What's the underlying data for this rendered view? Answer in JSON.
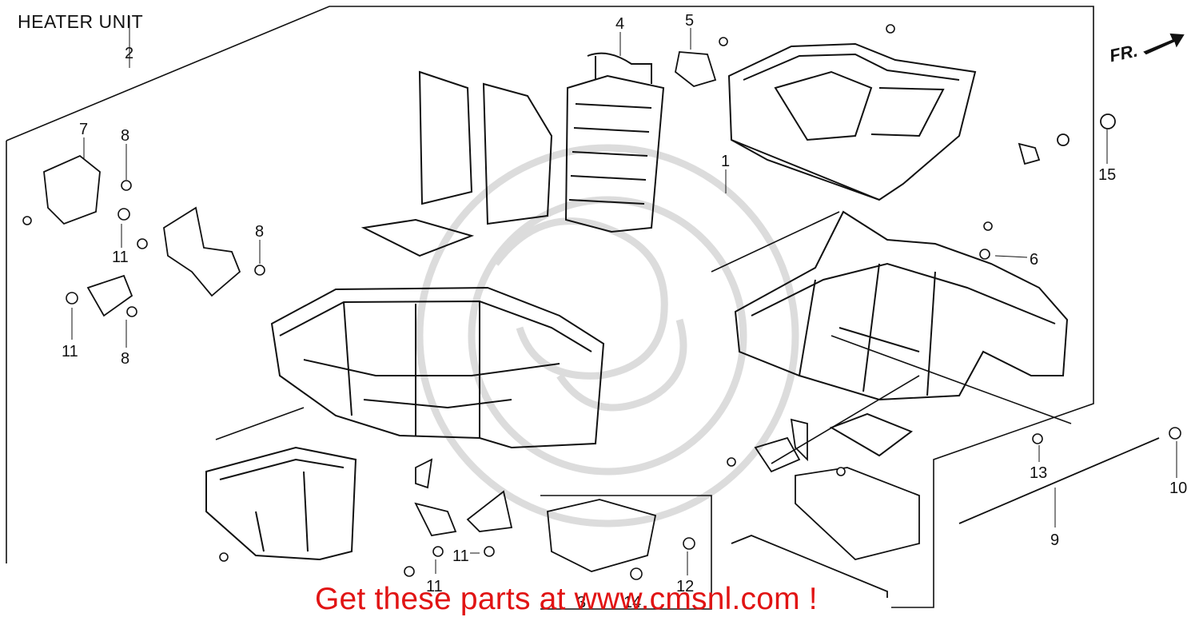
{
  "title": "HEATER UNIT",
  "direction_label": "FR.",
  "banner": "Get these parts at www.cmsnl.com !",
  "callouts": [
    "1",
    "2",
    "3",
    "4",
    "5",
    "6",
    "7",
    "8",
    "8",
    "8",
    "8",
    "9",
    "10",
    "11",
    "11",
    "11",
    "11",
    "11",
    "12",
    "13",
    "14",
    "15"
  ],
  "colors": {
    "line": "#111111",
    "watermark": "#d9d9d9",
    "banner": "#e11414",
    "background": "#ffffff"
  }
}
